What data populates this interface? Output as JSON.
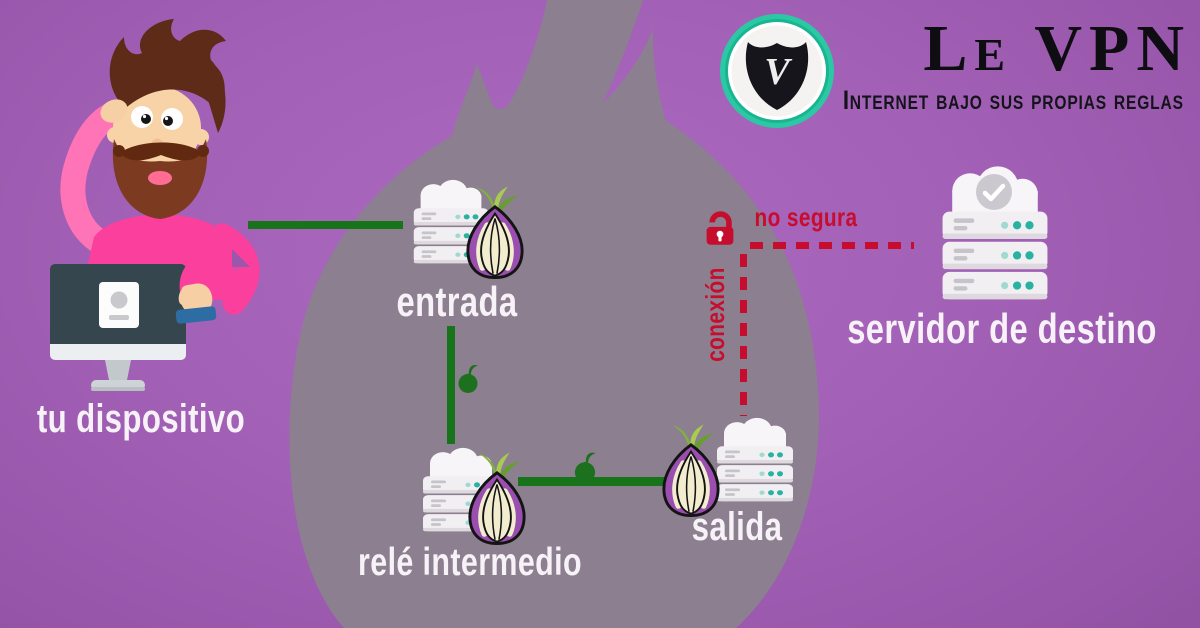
{
  "brand": {
    "name": "Le VPN",
    "tagline": "Internet bajo sus propias reglas",
    "monogram": "V"
  },
  "nodes": {
    "device": {
      "label": "tu dispositivo"
    },
    "entry": {
      "label": "entrada"
    },
    "middle_relay": {
      "label": "relé intermedio"
    },
    "exit": {
      "label": "salida"
    },
    "destination": {
      "label": "servidor de destino"
    }
  },
  "insecure": {
    "word_connection": "conexión",
    "word_status": "no segura"
  },
  "colors": {
    "background_purple": "#9a58ad",
    "onion_silhouette": "#8c7f8f",
    "tor_green": "#17741a",
    "alert_red": "#c60d2e",
    "brand_teal": "#2cc8a4",
    "server_dot_teal": "#28b2a2",
    "label_white": "#f7f2f7",
    "tor_onion_purple": "#9a4fb0"
  }
}
